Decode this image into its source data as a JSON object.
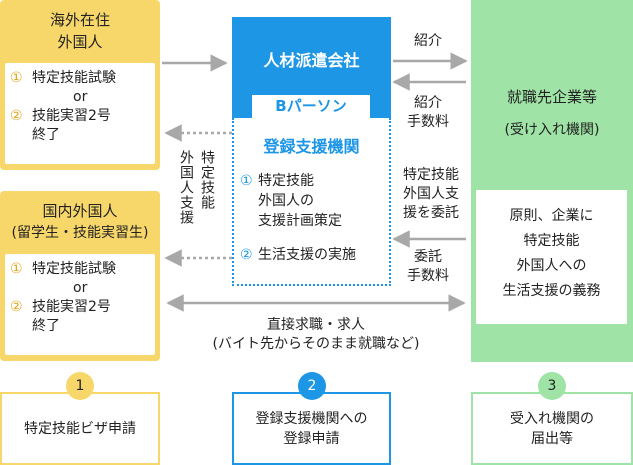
{
  "left_top": {
    "title_line1": "海外在住",
    "title_line2": "外国人",
    "item1_num": "①",
    "item1": "特定技能試験",
    "or": "or",
    "item2_num": "②",
    "item2_line1": "技能実習2号",
    "item2_line2": "終了"
  },
  "left_bottom": {
    "title_line1": "国内外国人",
    "title_line2": "(留学生・技能実習生)",
    "item1_num": "①",
    "item1": "特定技能試験",
    "or": "or",
    "item2_num": "②",
    "item2_line1": "技能実習2号",
    "item2_line2": "終了"
  },
  "center": {
    "company": "人材派遣会社",
    "company_name": "Bパーソン",
    "support_org": "登録支援機関",
    "item1_num": "①",
    "item1_line1": "特定技能",
    "item1_line2": "外国人の",
    "item1_line3": "支援計画策定",
    "item2_num": "②",
    "item2": "生活支援の実施"
  },
  "right": {
    "title": "就職先企業等",
    "subtitle": "(受け入れ機関)",
    "duty_line1": "原則、企業に",
    "duty_line2": "特定技能",
    "duty_line3": "外国人への",
    "duty_line4": "生活支援の義務"
  },
  "labels": {
    "introduction": "紹介",
    "intro_fee_line1": "紹介",
    "intro_fee_line2": "手数料",
    "entrust_line1": "特定技能",
    "entrust_line2": "外国人支",
    "entrust_line3": "援を委託",
    "commission_line1": "委託",
    "commission_line2": "手数料",
    "vertical_col1": "特定技能",
    "vertical_col2": "外国人支援",
    "direct_line1": "直接求職・求人",
    "direct_line2": "(バイト先からそのまま就職など)"
  },
  "steps": [
    {
      "num": "1",
      "line1": "特定技能ビザ申請",
      "line2": ""
    },
    {
      "num": "2",
      "line1": "登録支援機関への",
      "line2": "登録申請"
    },
    {
      "num": "3",
      "line1": "受入れ機関の",
      "line2": "届出等"
    }
  ],
  "colors": {
    "yellow": "#f7d76a",
    "blue": "#1e96e6",
    "green": "#9fe4a6",
    "gray_arrow": "#a8a8a8"
  }
}
